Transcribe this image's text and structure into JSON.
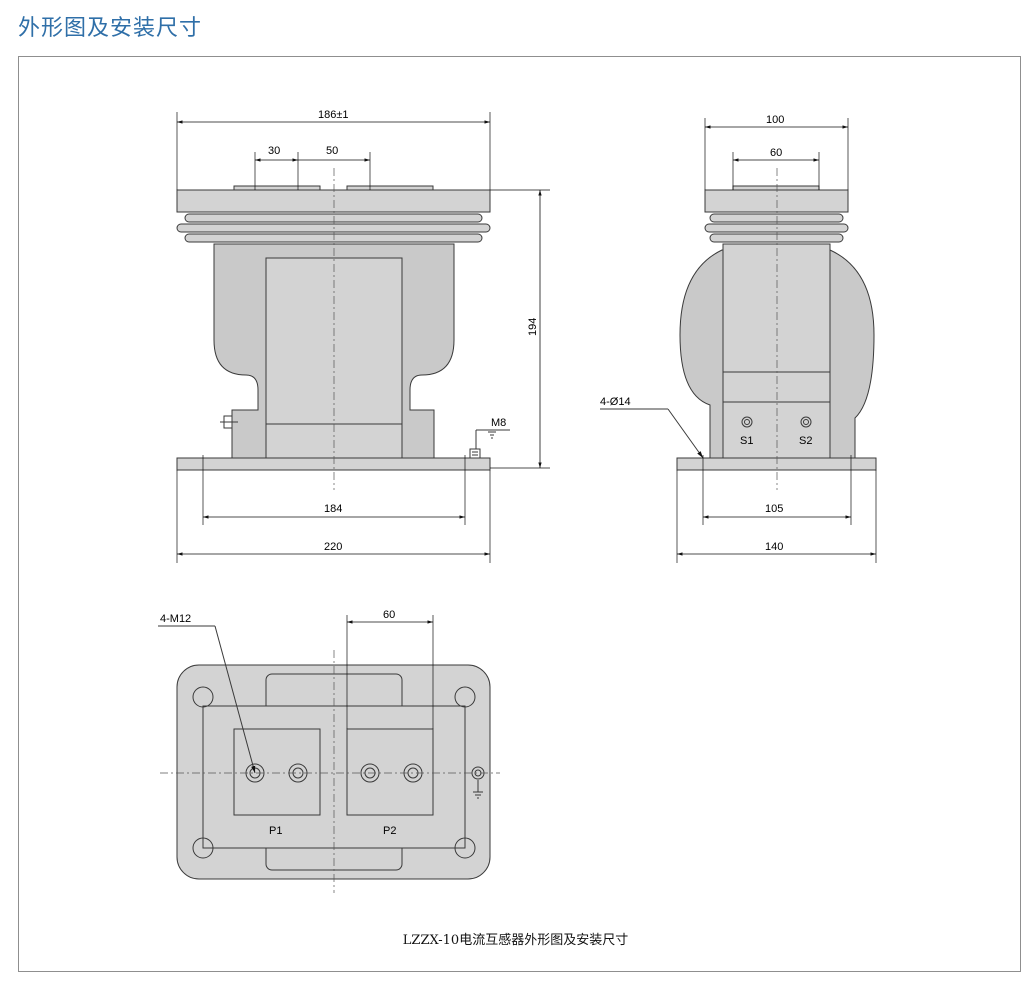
{
  "heading": "外形图及安装尺寸",
  "caption": "LZZX-10电流互感器外形图及安装尺寸",
  "front_view": {
    "dim_width_top": "186±1",
    "dim_spacing_a": "30",
    "dim_spacing_b": "50",
    "dim_height": "194",
    "dim_base_holes": "184",
    "dim_base_width": "220",
    "ground_bolt_label": "M8"
  },
  "side_view": {
    "dim_top_width": "100",
    "dim_top_inner": "60",
    "hole_label": "4-Ø14",
    "terminal_s1": "S1",
    "terminal_s2": "S2",
    "dim_base_holes": "105",
    "dim_base_width": "140"
  },
  "top_view": {
    "thread_label": "4-M12",
    "dim_spacing": "60",
    "terminal_p1": "P1",
    "terminal_p2": "P2"
  }
}
